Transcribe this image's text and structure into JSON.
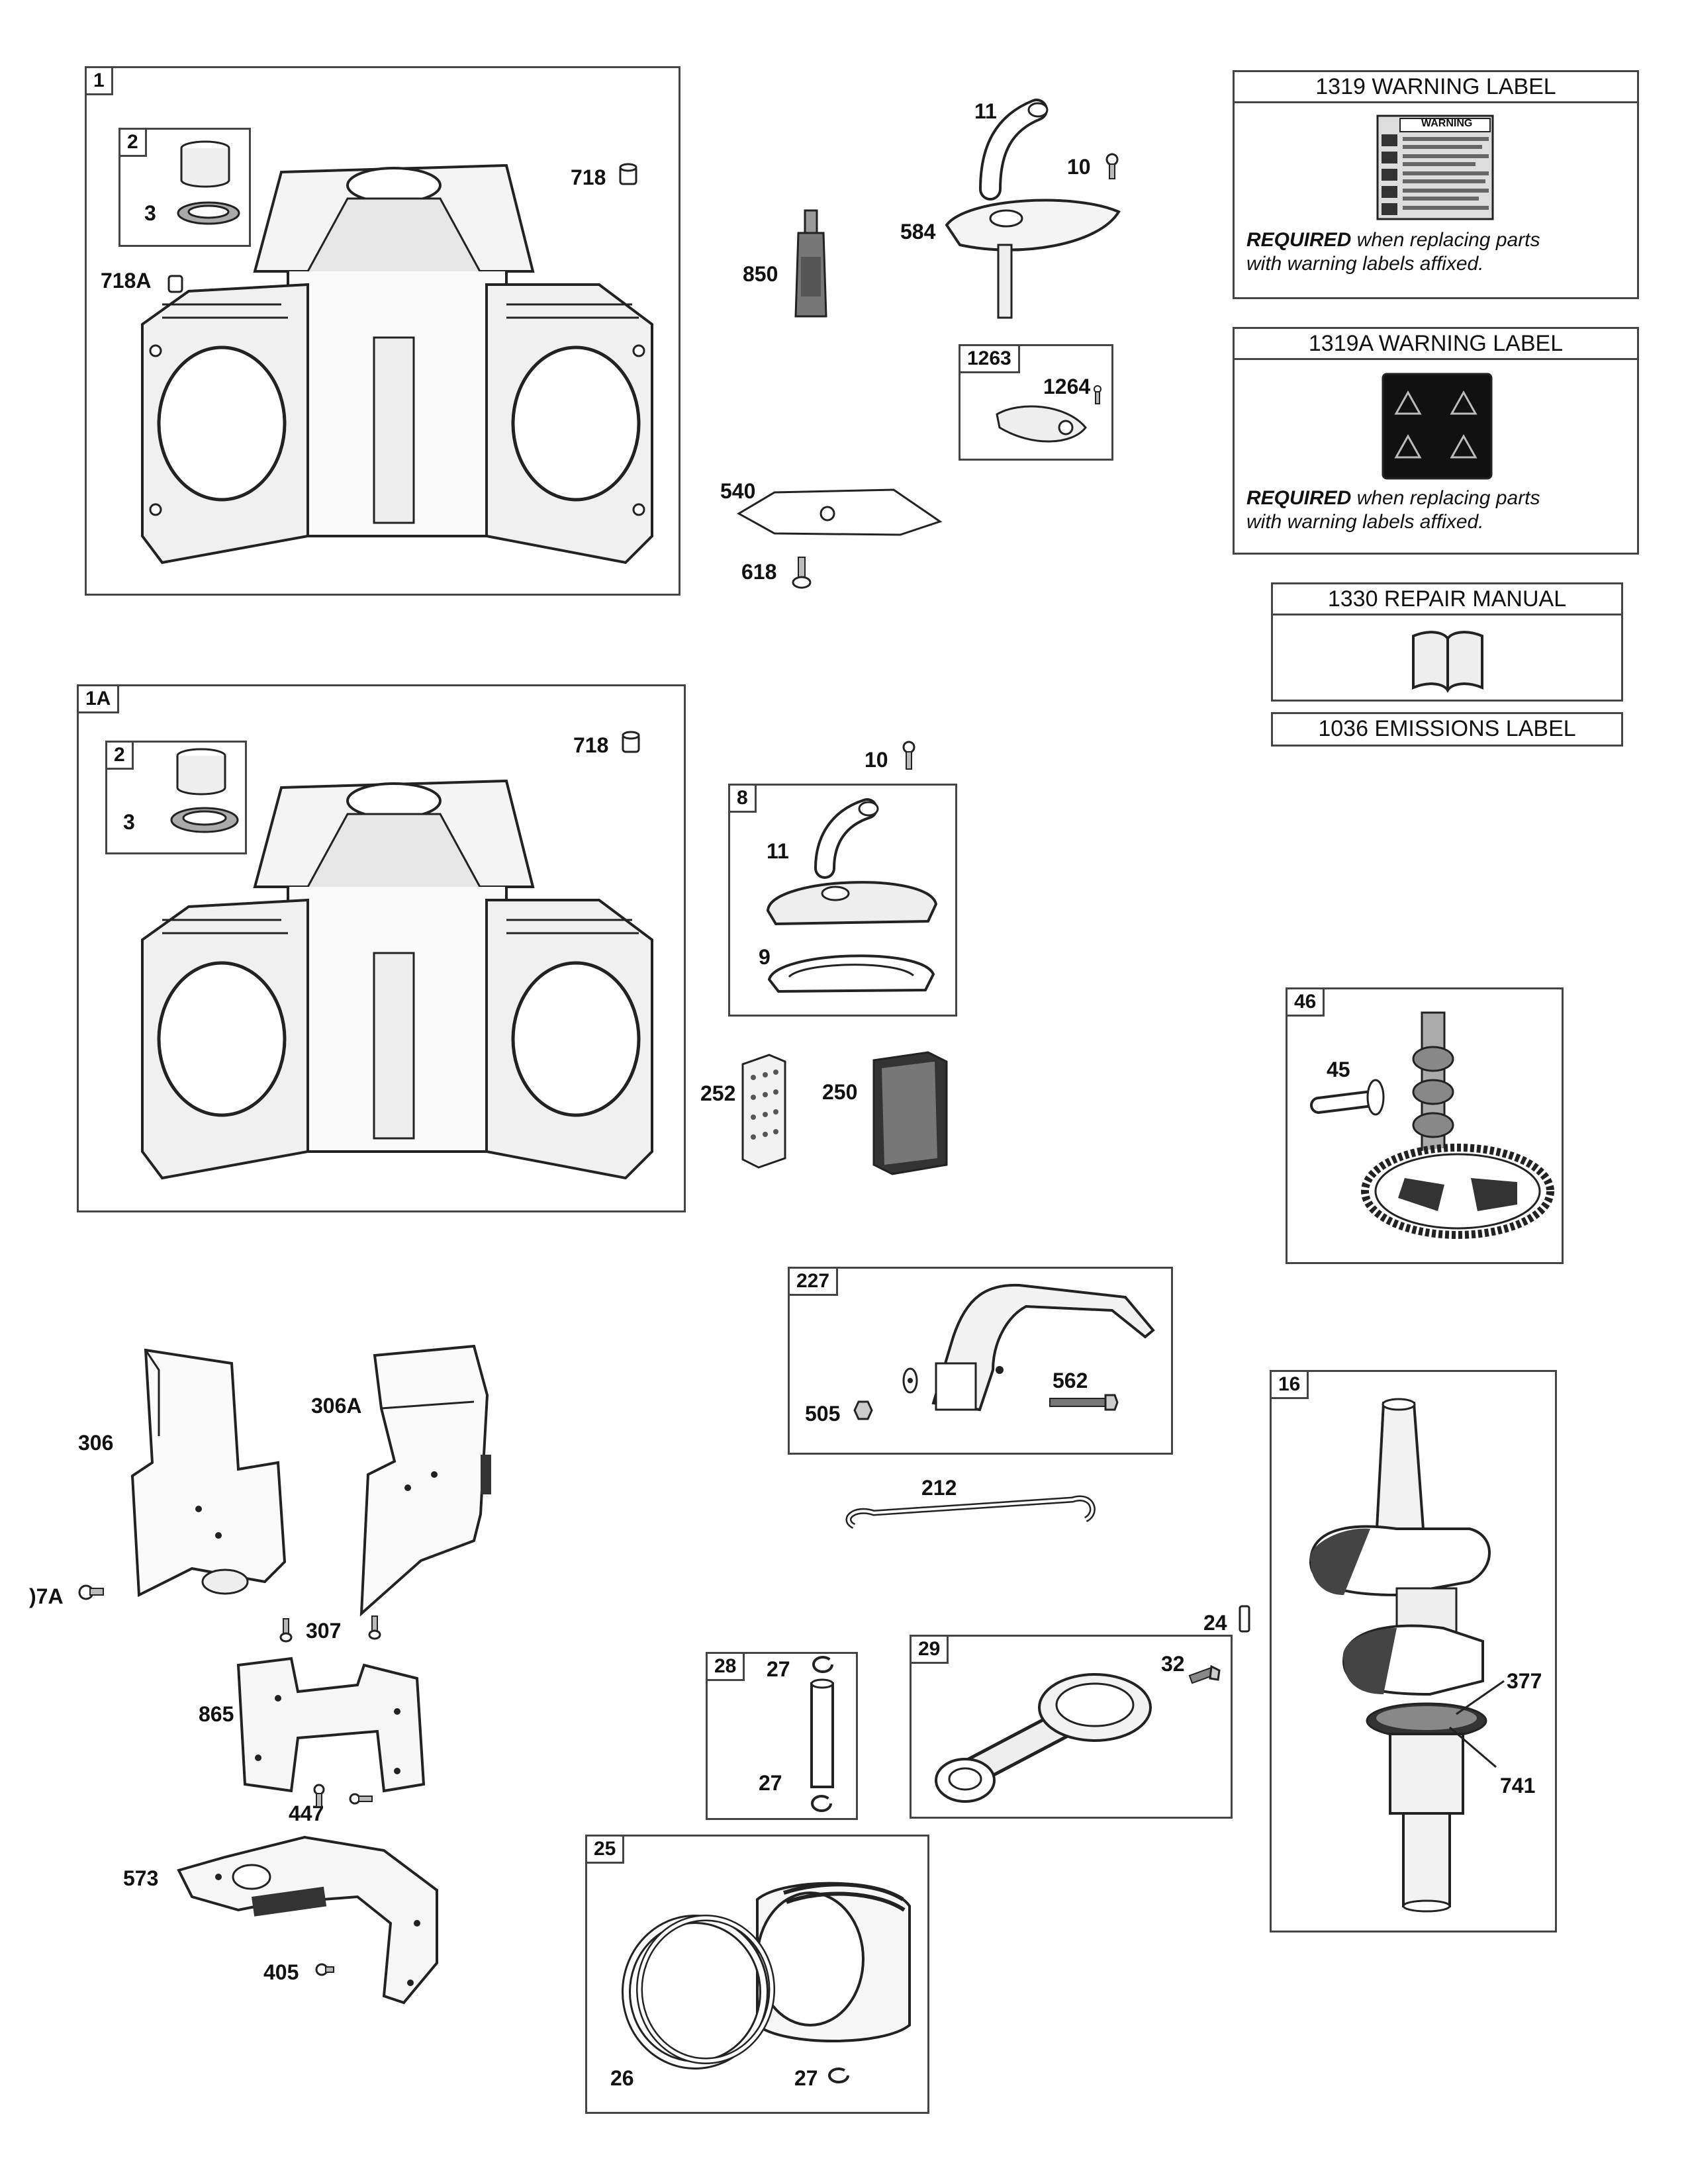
{
  "callouts": {
    "c1": "1",
    "c2a": "2",
    "c3a": "3",
    "c718a": "718",
    "c718A": "718A",
    "c11a": "11",
    "c10a": "10",
    "c584": "584",
    "c850": "850",
    "c1263": "1263",
    "c1264": "1264",
    "c540": "540",
    "c618": "618",
    "c1A": "1A",
    "c2b": "2",
    "c3b": "3",
    "c718b": "718",
    "c10b": "10",
    "c8": "8",
    "c11b": "11",
    "c9": "9",
    "c252": "252",
    "c250": "250",
    "c46": "46",
    "c45": "45",
    "c227": "227",
    "c505": "505",
    "c562": "562",
    "c212": "212",
    "c306": "306",
    "c306A": "306A",
    "c307A": ")7A",
    "c307": "307",
    "c865": "865",
    "c447": "447",
    "c573": "573",
    "c405": "405",
    "c28": "28",
    "c27a": "27",
    "c27b": "27",
    "c29": "29",
    "c32": "32",
    "c24": "24",
    "c25": "25",
    "c26": "26",
    "c27c": "27",
    "c16": "16",
    "c377": "377",
    "c741": "741"
  },
  "labels": {
    "warning1319": {
      "title": "1319 WARNING LABEL",
      "note_bold": "REQUIRED",
      "note_rest": " when replacing parts",
      "note_line2": "with warning labels affixed.",
      "sticker_header": "WARNING"
    },
    "warning1319A": {
      "title": "1319A WARNING LABEL",
      "note_bold": "REQUIRED",
      "note_rest": " when replacing parts",
      "note_line2": "with warning labels affixed."
    },
    "manual1330": {
      "title": "1330 REPAIR MANUAL"
    },
    "emissions1036": {
      "title": "1036 EMISSIONS LABEL"
    }
  }
}
